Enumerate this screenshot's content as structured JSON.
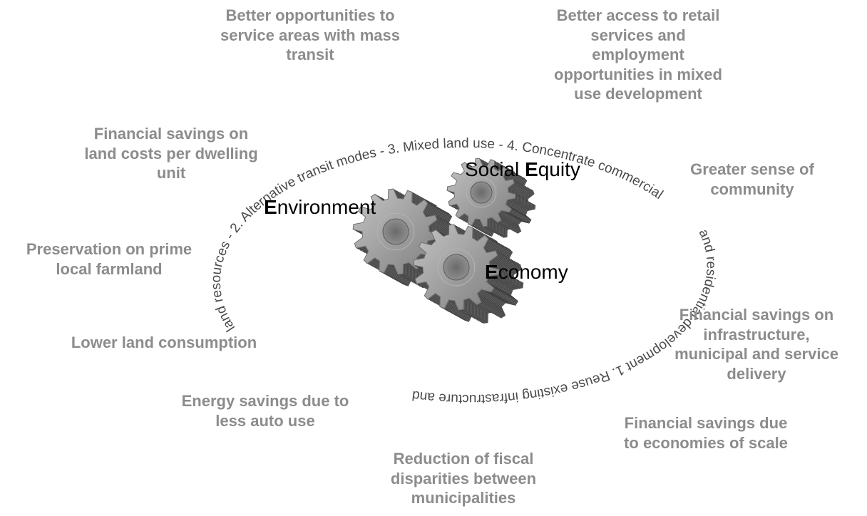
{
  "benefits": {
    "mass_transit": [
      "Better opportunities to",
      "service areas with mass",
      "transit"
    ],
    "retail_access": [
      "Better access to retail",
      "services and",
      "employment",
      "opportunities in mixed",
      "use development"
    ],
    "land_costs": [
      "Financial savings on",
      "land costs per dwelling",
      "unit"
    ],
    "sense_of_community": [
      "Greater sense of",
      "community"
    ],
    "farmland": [
      "Preservation on prime",
      "local farmland"
    ],
    "land_consumption": [
      "Lower land consumption"
    ],
    "infrastructure": [
      "Financial savings on",
      "infrastructure,",
      "municipal and service",
      "delivery"
    ],
    "energy": [
      "Energy savings due to",
      "less auto use"
    ],
    "scale": [
      "Financial savings due",
      "to economies of scale"
    ],
    "fiscal": [
      "Reduction of fiscal",
      "disparities between",
      "municipalities"
    ]
  },
  "pillars": {
    "environment": {
      "initial": "E",
      "rest": "nvironment"
    },
    "social_equity": {
      "prefix": "Social ",
      "initial": "E",
      "rest": "quity"
    },
    "economy": {
      "initial": "E",
      "rest": "conomy"
    }
  },
  "ring_text": {
    "upper": "land resources - 2. Alternative transit modes - 3. Mixed land use - 4. Concentrate commercial",
    "lower": "and residential development   1. Reuse existing infrastructure and"
  },
  "colors": {
    "benefit_text": "#8c8c8c",
    "ring_text": "#4a4a4a",
    "gear_face": "#a4a4a4",
    "gear_side": "#5a5a5a"
  },
  "icons": {
    "gears": "gear-icon"
  }
}
